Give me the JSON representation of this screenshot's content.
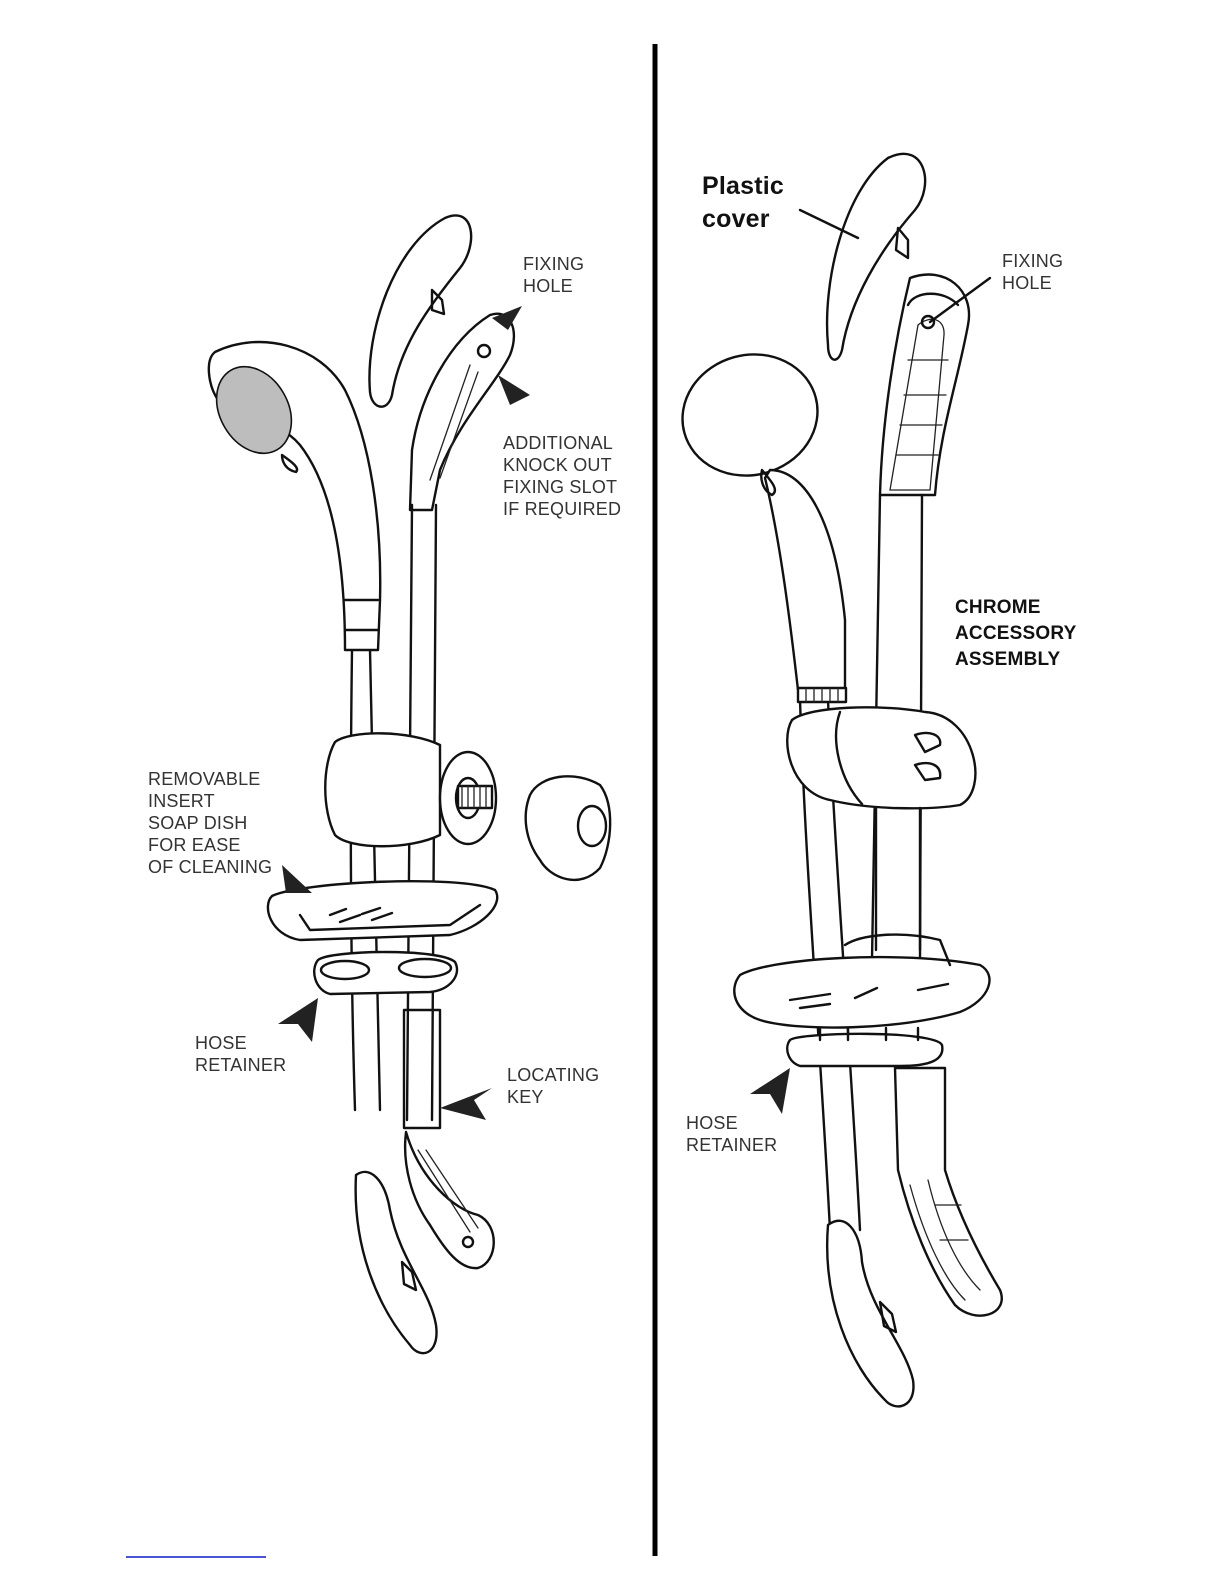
{
  "left_panel": {
    "fixing_hole": [
      "FIXING",
      "HOLE"
    ],
    "knock_out_slot": [
      "ADDITIONAL",
      "KNOCK OUT",
      "FIXING SLOT",
      "IF REQUIRED"
    ],
    "soap_dish": [
      "REMOVABLE",
      "INSERT",
      "SOAP DISH",
      "FOR EASE",
      "OF CLEANING"
    ],
    "hose_retainer": [
      "HOSE",
      "RETAINER"
    ],
    "locating_key": [
      "LOCATING",
      "KEY"
    ]
  },
  "right_panel": {
    "plastic_cover": [
      "Plastic",
      "cover"
    ],
    "fixing_hole": [
      "FIXING",
      "HOLE"
    ],
    "assembly_title": [
      "CHROME",
      "ACCESSORY",
      "ASSEMBLY"
    ],
    "hose_retainer": [
      "HOSE",
      "RETAINER"
    ]
  },
  "colors": {
    "line": "#111111",
    "divider": "#000000",
    "underline": "#4a55d6"
  }
}
